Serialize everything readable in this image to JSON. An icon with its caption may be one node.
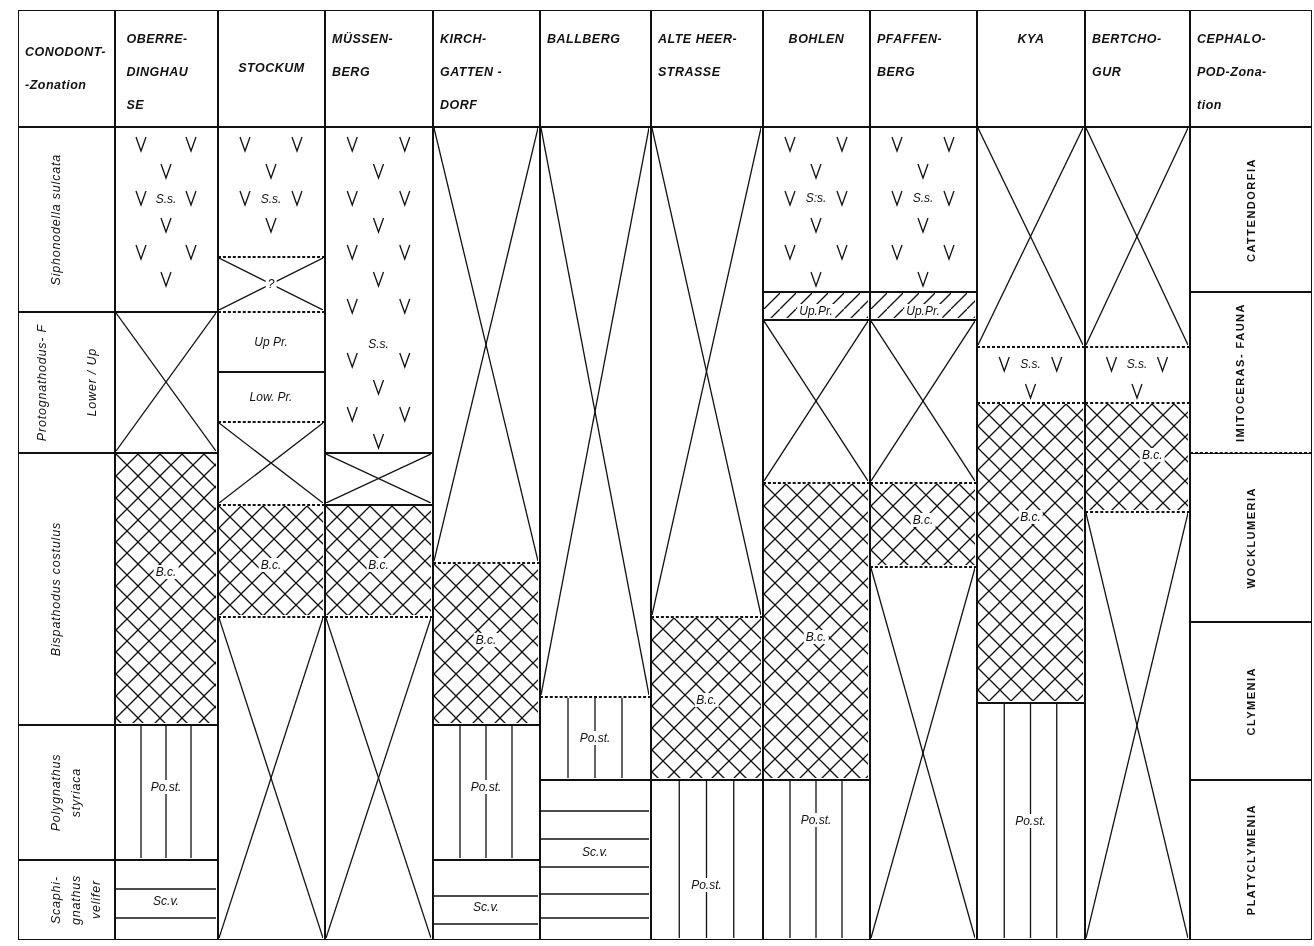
{
  "diagram": {
    "nodes": [
      {
        "text": [
          "CONODONT- -Zonation"
        ]
      },
      {
        "text": [
          "OBERRE- DINGHAU SE"
        ]
      },
      {
        "text": [
          "STOCKUM"
        ]
      },
      {
        "text": [
          "MÜSSEN- BERG"
        ]
      },
      {
        "text": [
          "KIRCH- GATTEN - DORF"
        ]
      },
      {
        "text": [
          "BALLBERG"
        ]
      },
      {
        "text": [
          "ALTE HEER- STRASSE"
        ]
      },
      {
        "text": [
          "BOHLEN"
        ]
      },
      {
        "text": [
          "PFAFFEN- BERG"
        ]
      },
      {
        "text": [
          "KYA"
        ]
      },
      {
        "text": [
          "BERTCHO- GUR"
        ]
      },
      {
        "text": [
          "CEPHALO- POD-Zona- tion"
        ]
      },
      {
        "text": [
          "Siphonodella sulcata"
        ]
      },
      {
        "text": [
          "Protognathodus- F",
          "Lower / Up"
        ]
      },
      {
        "text": [
          "Bispathodus costulus"
        ]
      },
      {
        "text": [
          "Polygnathus styriaca"
        ]
      },
      {
        "text": [
          "Scaphi- gnathus velifer"
        ]
      },
      {
        "text": [
          "S.s."
        ]
      },
      {
        "text": [],
        "shape": "box"
      },
      {
        "text": [
          "B.c."
        ]
      },
      {
        "text": [
          "Po.st."
        ]
      },
      {
        "text": [
          "Sc.v."
        ]
      },
      {
        "text": [
          "S.s."
        ]
      },
      {
        "text": [
          "?"
        ]
      },
      {
        "text": [
          "Up Pr."
        ]
      },
      {
        "text": [
          "Low. Pr."
        ]
      },
      {
        "text": [],
        "shape": "box"
      },
      {
        "text": [
          "B.c."
        ]
      },
      {
        "text": [],
        "shape": "box"
      },
      {
        "text": [
          "S.s."
        ]
      },
      {
        "text": [],
        "shape": "box"
      },
      {
        "text": [
          "B.c."
        ]
      },
      {
        "text": [],
        "shape": "box"
      },
      {
        "text": [],
        "shape": "box"
      },
      {
        "text": [
          "B.c."
        ]
      },
      {
        "text": [
          "Po.st."
        ]
      },
      {
        "text": [
          "Sc.v."
        ]
      },
      {
        "text": [],
        "shape": "box"
      },
      {
        "text": [
          "Po.st."
        ]
      },
      {
        "text": [
          "Sc.v."
        ]
      },
      {
        "text": [],
        "shape": "box"
      },
      {
        "text": [
          "B.c."
        ]
      },
      {
        "text": [
          "Po.st."
        ]
      },
      {
        "text": [
          "S:s."
        ]
      },
      {
        "text": [
          "Up.Pr."
        ]
      },
      {
        "text": [],
        "shape": "box"
      },
      {
        "text": [
          "B.c."
        ]
      },
      {
        "text": [
          "Po.st."
        ]
      },
      {
        "text": [
          "S.s."
        ]
      },
      {
        "text": [
          "Up.Pr."
        ]
      },
      {
        "text": [],
        "shape": "box"
      },
      {
        "text": [
          "B.c."
        ]
      },
      {
        "text": [],
        "shape": "box"
      },
      {
        "text": [],
        "shape": "box"
      },
      {
        "text": [
          "S.s."
        ]
      },
      {
        "text": [
          "B.c."
        ]
      },
      {
        "text": [
          "Po.st."
        ]
      },
      {
        "text": [],
        "shape": "box"
      },
      {
        "text": [
          "S.s."
        ]
      },
      {
        "text": [
          "B.c."
        ]
      },
      {
        "text": [],
        "shape": "box"
      },
      {
        "text": [
          "CATTENDORFIA"
        ]
      },
      {
        "text": [
          "IMITOCERAS- FAUNA"
        ]
      },
      {
        "text": [
          "WOCKLUMERIA"
        ]
      },
      {
        "text": [
          "CLYMENIA"
        ]
      },
      {
        "text": [
          "PLATYCLYMENIA"
        ]
      }
    ]
  }
}
